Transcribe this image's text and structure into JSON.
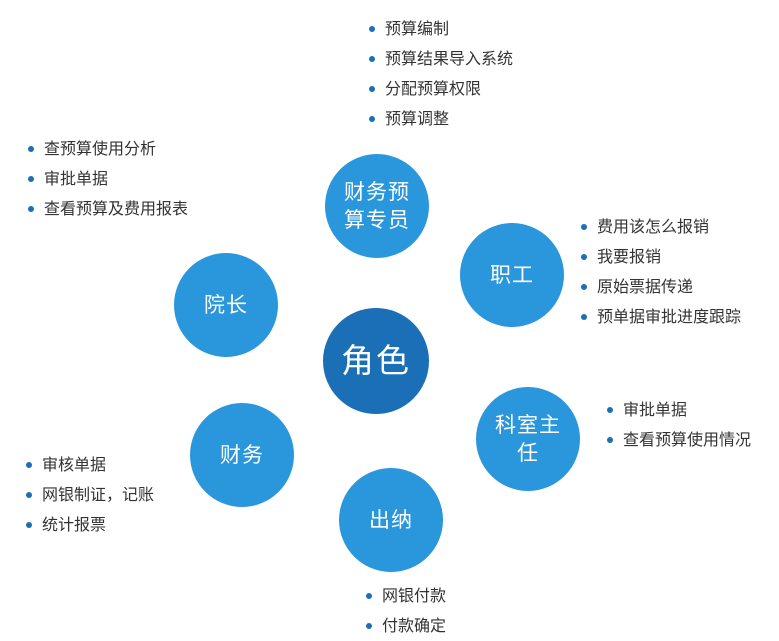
{
  "center": "角色",
  "roles": {
    "finance_specialist": {
      "label": "财务预算专员",
      "line1": "财务预",
      "line2": "算专员",
      "items": [
        "预算编制",
        "预算结果导入系统",
        "分配预算权限",
        "预算调整"
      ]
    },
    "employee": {
      "label": "职工",
      "items": [
        "费用该怎么报销",
        "我要报销",
        "原始票据传递",
        "预单据审批进度跟踪"
      ]
    },
    "section_head": {
      "label": "科室主任",
      "line1": "科室主",
      "line2": "任",
      "items": [
        "审批单据",
        "查看预算使用情况"
      ]
    },
    "cashier": {
      "label": "出纳",
      "items": [
        "网银付款",
        "付款确定"
      ]
    },
    "finance": {
      "label": "财务",
      "items": [
        "审核单据",
        "网银制证，记账",
        "统计报票"
      ]
    },
    "dean": {
      "label": "院长",
      "items": [
        "查预算使用分析",
        "审批单据",
        "查看预算及费用报表"
      ]
    }
  },
  "colors": {
    "node": "#2a97dd",
    "center": "#1a6fb7",
    "bullet": "#1a6fb7"
  }
}
